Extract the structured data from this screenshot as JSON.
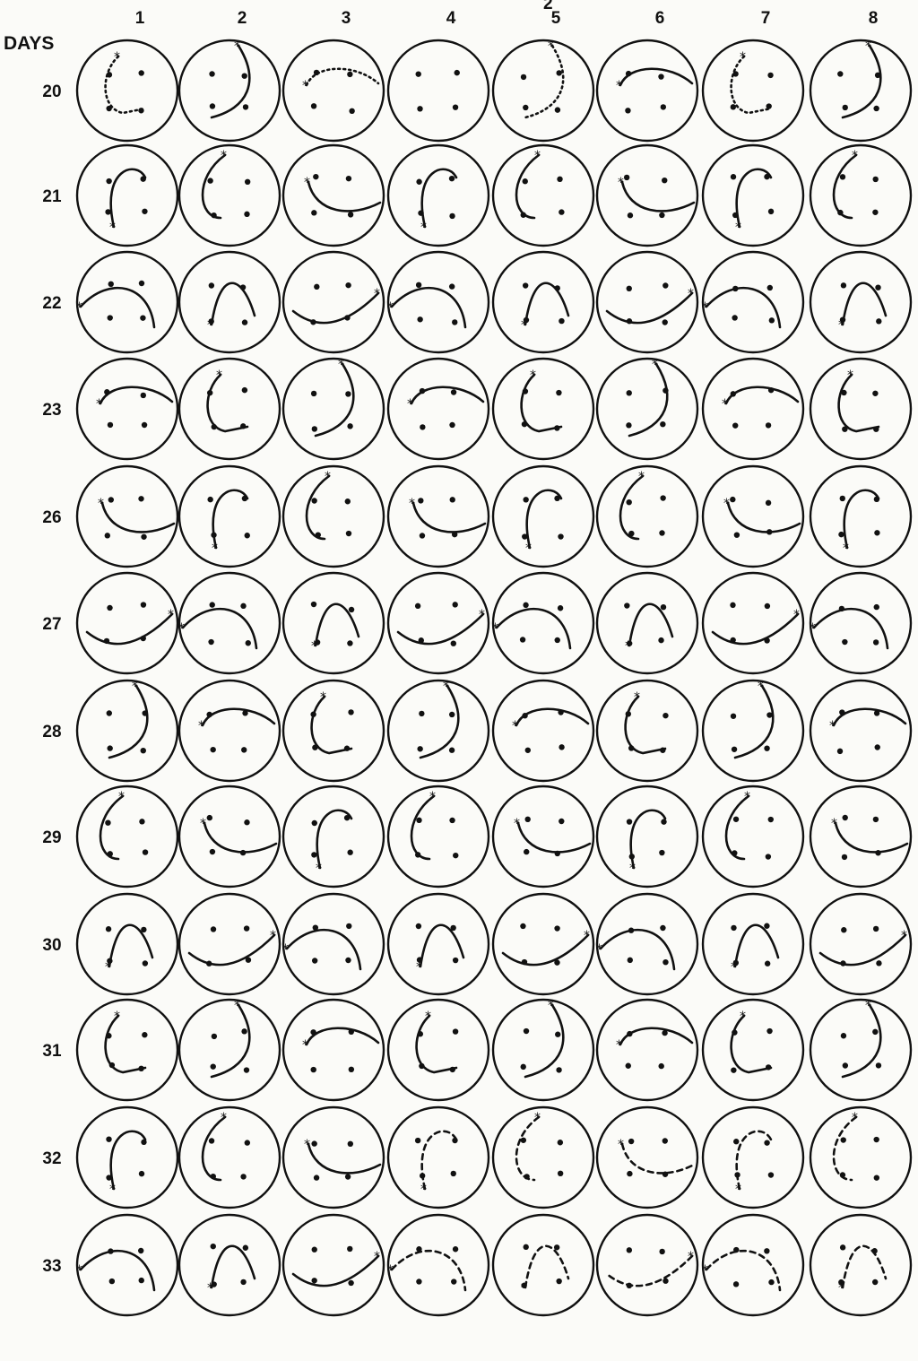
{
  "header": {
    "days_label": "DAYS",
    "stray_mark": "2"
  },
  "columns": [
    "1",
    "2",
    "3",
    "4",
    "5",
    "6",
    "7",
    "8"
  ],
  "rows": [
    "20",
    "21",
    "22",
    "23",
    "26",
    "27",
    "28",
    "29",
    "30",
    "31",
    "32",
    "33"
  ],
  "ink_color": "#111111",
  "paper_color": "#fbfbf8"
}
